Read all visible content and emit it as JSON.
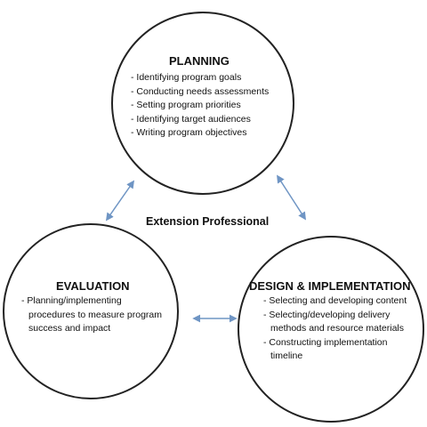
{
  "diagram": {
    "center_label": "Extension Professional",
    "nodes": {
      "planning": {
        "title": "PLANNING",
        "items": [
          "Identifying program goals",
          "Conducting needs assessments",
          "Setting program priorities",
          "Identifying target audiences",
          "Writing program objectives"
        ]
      },
      "evaluation": {
        "title": "EVALUATION",
        "items": [
          "Planning/implementing procedures to measure program success and impact"
        ]
      },
      "design_implementation": {
        "title": "DESIGN & IMPLEMENTATION",
        "items": [
          "Selecting and developing content",
          "Selecting/developing delivery methods and resource materials",
          "Constructing implementation timeline"
        ]
      }
    },
    "connections": [
      {
        "from": "PLANNING",
        "to": "EVALUATION",
        "style": "double-headed arrow"
      },
      {
        "from": "PLANNING",
        "to": "DESIGN & IMPLEMENTATION",
        "style": "double-headed arrow"
      },
      {
        "from": "EVALUATION",
        "to": "DESIGN & IMPLEMENTATION",
        "style": "double-headed arrow"
      }
    ],
    "colors": {
      "circle_stroke": "#222222",
      "arrow": "#6f95c4",
      "text": "#111111"
    }
  }
}
